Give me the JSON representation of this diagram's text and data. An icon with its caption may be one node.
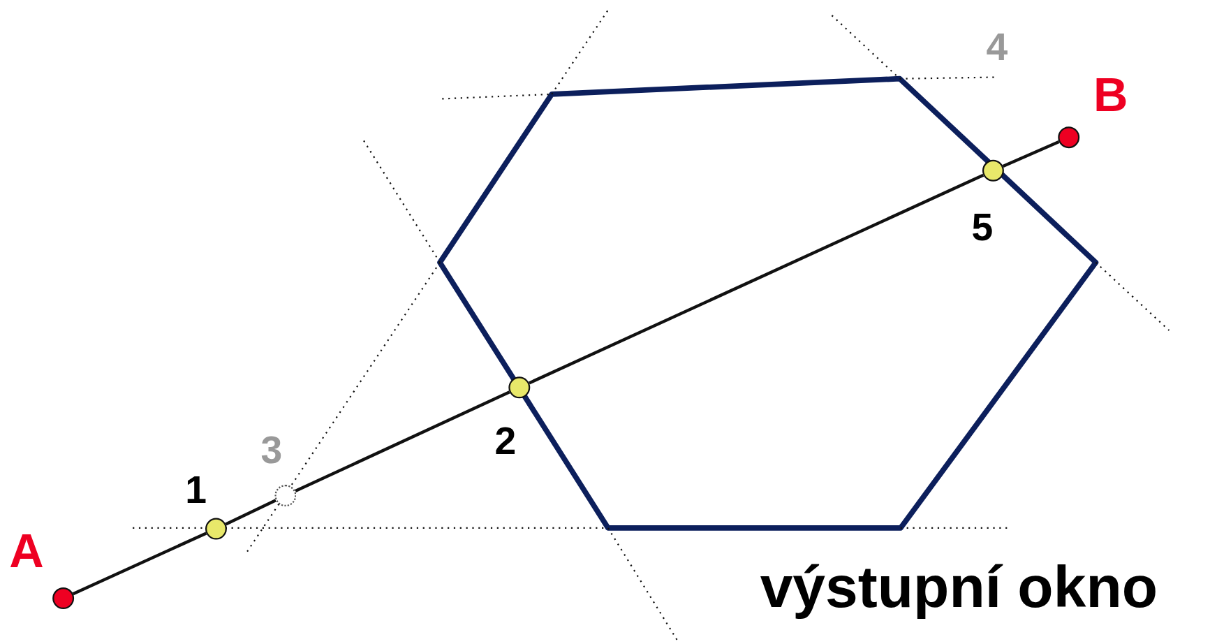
{
  "diagram": {
    "nodes": [
      {
        "text": [],
        "shape": "circle",
        "beside": [
          "A"
        ]
      },
      {
        "text": [],
        "shape": "circle",
        "beside": [
          "1"
        ]
      },
      {
        "text": [],
        "shape": "circle",
        "beside": [
          "3"
        ]
      },
      {
        "text": [],
        "shape": "circle",
        "beside": [
          "2"
        ]
      },
      {
        "text": [],
        "shape": "circle",
        "beside": [
          "5"
        ]
      },
      {
        "text": [],
        "shape": "circle",
        "beside": [
          "B"
        ]
      }
    ],
    "edges": [
      {
        "from": 0,
        "to": 1,
        "arrow": "none"
      },
      {
        "from": 1,
        "to": 2,
        "arrow": "none"
      },
      {
        "from": 2,
        "to": 3,
        "arrow": "none"
      },
      {
        "from": 3,
        "to": 4,
        "arrow": "none"
      },
      {
        "from": 4,
        "to": 5,
        "arrow": "none"
      }
    ],
    "labels": [
      "4",
      "výstupní okno"
    ]
  }
}
